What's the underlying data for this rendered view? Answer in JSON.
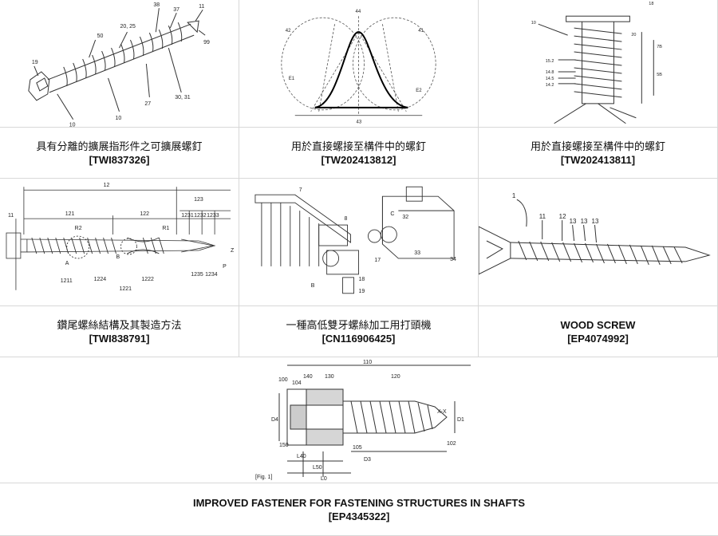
{
  "patents": [
    {
      "title": "具有分離的擴展指形件之可擴展螺釘",
      "number": "[TWI837326]"
    },
    {
      "title": "用於直接螺接至構件中的螺釘",
      "number": "[TW202413812]"
    },
    {
      "title": "用於直接螺接至構件中的螺釘",
      "number": "[TW202413811]"
    },
    {
      "title": "鑽尾螺絲結構及其製造方法",
      "number": "[TWI838791]"
    },
    {
      "title": "一種高低雙牙螺絲加工用打頭機",
      "number": "[CN116906425]"
    },
    {
      "title": "WOOD SCREW",
      "number": "[EP4074992]"
    },
    {
      "title": "IMPROVED FASTENER FOR FASTENING STRUCTURES IN SHAFTS",
      "number": "[EP4345322]"
    }
  ],
  "figure_labels": {
    "p1": [
      "38",
      "37",
      "11",
      "20, 25",
      "50",
      "99",
      "19",
      "27",
      "30, 31",
      "10",
      "10"
    ],
    "p2": [
      "44",
      "42",
      "41",
      "43",
      "E1",
      "E2"
    ],
    "p3": [
      "18",
      "10",
      "20",
      "15.2",
      "14.8",
      "14.5",
      "14.2",
      "7B",
      "5B"
    ],
    "p4": [
      "12",
      "11",
      "121",
      "122",
      "123",
      "1231",
      "1232",
      "1233",
      "R2",
      "R1",
      "B",
      "A",
      "Z",
      "P",
      "1211",
      "1224",
      "1221",
      "1222",
      "1235",
      "1234"
    ],
    "p5": [
      "7",
      "8",
      "C",
      "32",
      "17",
      "33",
      "34",
      "18",
      "19",
      "B"
    ],
    "p6": [
      "1",
      "11",
      "12",
      "13",
      "13",
      "13"
    ],
    "p7": [
      "110",
      "100",
      "104",
      "140",
      "130",
      "120",
      "D4",
      "D1",
      "102",
      "150",
      "L40",
      "L50",
      "L0",
      "105",
      "D3",
      "X-X",
      "[Fig. 1]"
    ]
  }
}
